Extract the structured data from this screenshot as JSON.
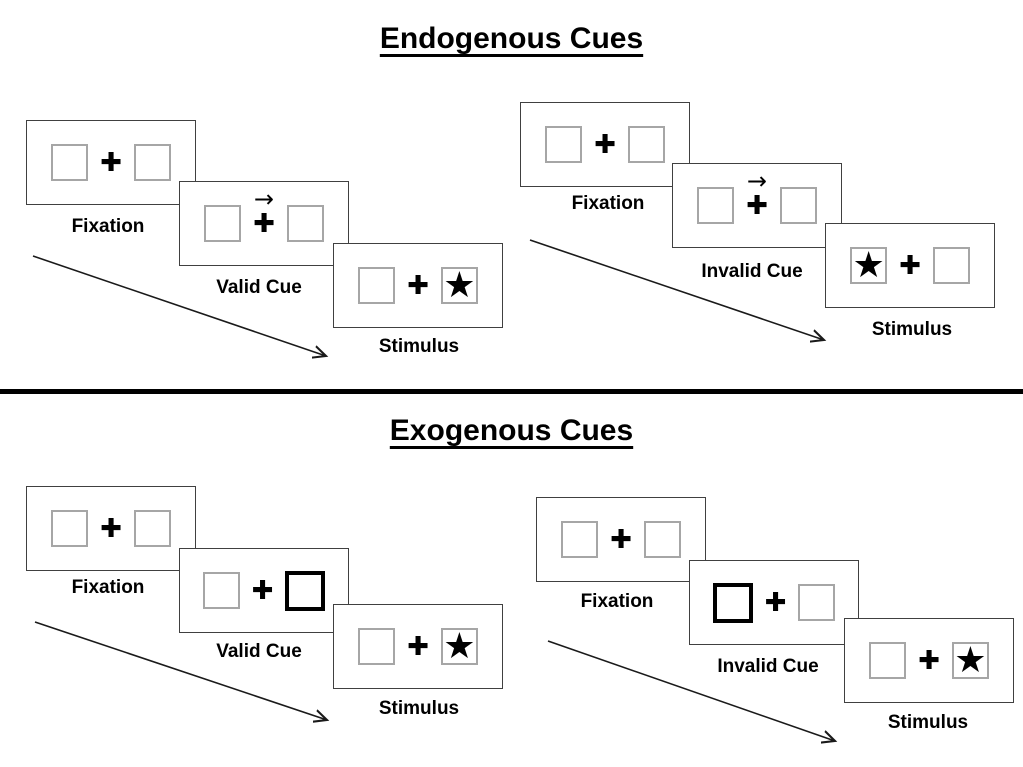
{
  "colors": {
    "background": "#ffffff",
    "ink": "#000000",
    "panel_border": "#404040",
    "box_border": "#a6a6a6"
  },
  "icons": {
    "plus": "✚",
    "star": "★",
    "cue_arrow": "→"
  },
  "sections": [
    {
      "title": "Endogenous Cues",
      "groups": [
        {
          "name": "valid",
          "cue": "central arrow pointing right above fixation cross",
          "stimulus_star_in": "right-box",
          "panels": [
            {
              "label": "Fixation"
            },
            {
              "label": "Valid Cue"
            },
            {
              "label": "Stimulus"
            }
          ]
        },
        {
          "name": "invalid",
          "cue": "central arrow pointing right above fixation cross",
          "stimulus_star_in": "left-box",
          "panels": [
            {
              "label": "Fixation"
            },
            {
              "label": "Invalid Cue"
            },
            {
              "label": "Stimulus"
            }
          ]
        }
      ]
    },
    {
      "title": "Exogenous Cues",
      "groups": [
        {
          "name": "valid",
          "cue": "right box highlighted with thick black border",
          "stimulus_star_in": "right-box",
          "panels": [
            {
              "label": "Fixation"
            },
            {
              "label": "Valid Cue"
            },
            {
              "label": "Stimulus"
            }
          ]
        },
        {
          "name": "invalid",
          "cue": "left box highlighted with thick black border",
          "stimulus_star_in": "right-box",
          "panels": [
            {
              "label": "Fixation"
            },
            {
              "label": "Invalid Cue"
            },
            {
              "label": "Stimulus"
            }
          ]
        }
      ]
    }
  ]
}
